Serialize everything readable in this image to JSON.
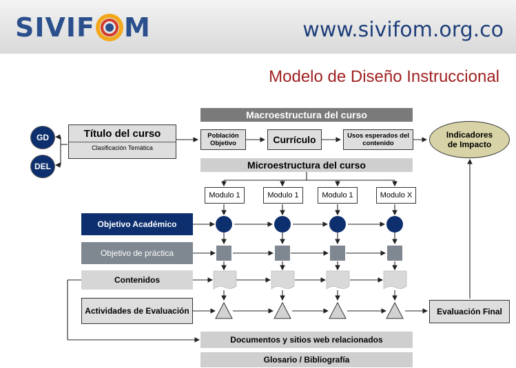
{
  "header": {
    "logo_prefix": "SIVIF",
    "logo_suffix": "M",
    "website": "www.sivifom.org.co"
  },
  "title": "Modelo de Diseño Instruccional",
  "diagram": {
    "macro": "Macroestructura del curso",
    "micro": "Microestructura del curso",
    "titulo": "Título del curso",
    "clasificacion": "Clasificación Temática",
    "poblacion": "Población Objetivo",
    "curriculo": "Currículo",
    "usos": "Usos esperados del contenido",
    "indicadores": "Indicadores de Impacto",
    "gd": "GD",
    "del": "DEL",
    "modules": [
      "Modulo 1",
      "Modulo 1",
      "Modulo 1",
      "Modulo X"
    ],
    "objetivo_academico": "Objetivo Académico",
    "objetivo_practica": "Objetivo de práctica",
    "contenidos": "Contenidos",
    "actividades": "Actividades de Evaluación",
    "evaluacion_final": "Evaluación Final",
    "documentos": "Documentos y sitios web relacionados",
    "glosario": "Glosario / Bibliografía"
  },
  "colors": {
    "navy": "#0d2f6e",
    "title_red": "#a02020",
    "ellipse_fill": "#d8d3a6",
    "practice_gray": "#7f8891"
  }
}
